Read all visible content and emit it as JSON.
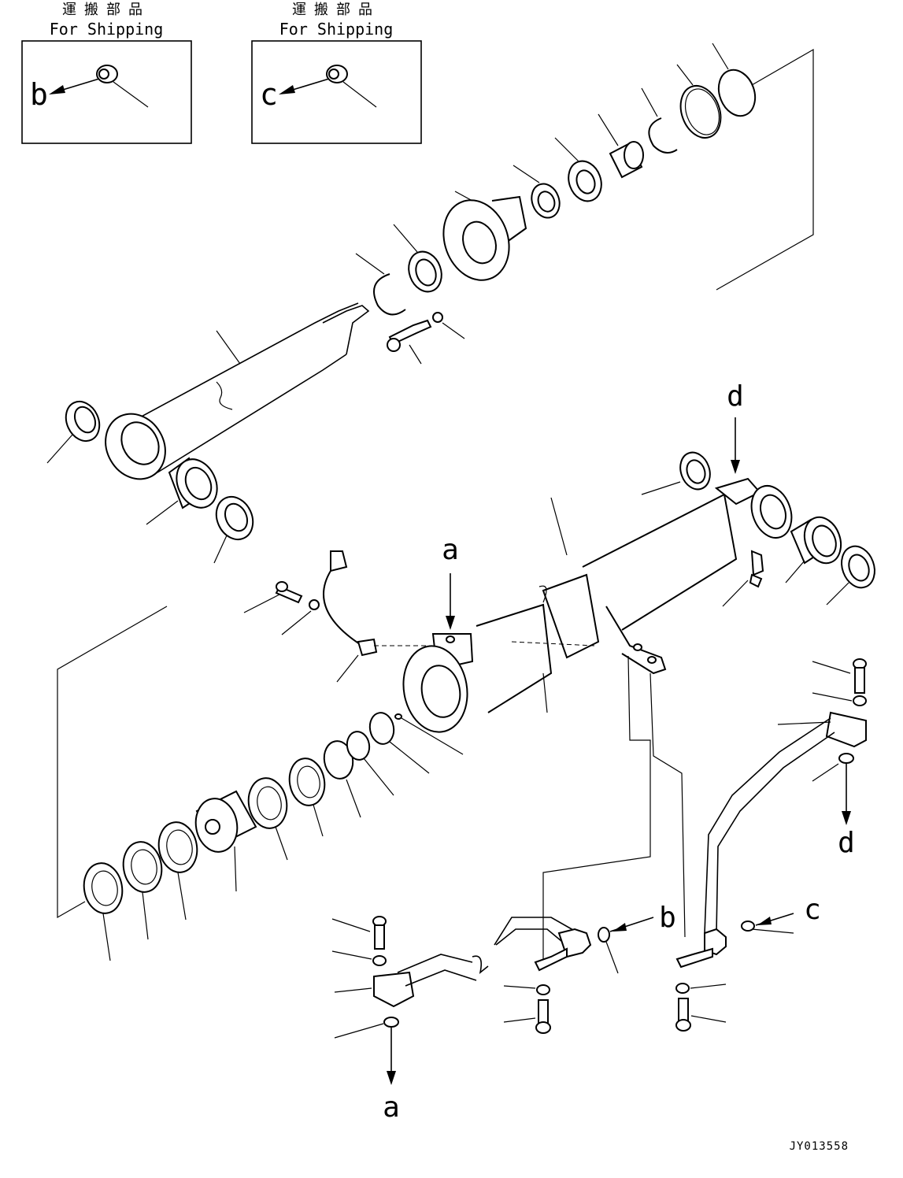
{
  "shipping_boxes": [
    {
      "jp_label": "運搬部品",
      "en_label": "For Shipping",
      "letter": "b"
    },
    {
      "jp_label": "運搬部品",
      "en_label": "For Shipping",
      "letter": "c"
    }
  ],
  "callouts": {
    "a_top": "a",
    "d_top": "d",
    "d_bottom": "d",
    "b_right": "b",
    "c_right": "c",
    "a_bottom": "a"
  },
  "drawing_code": "JY013558"
}
